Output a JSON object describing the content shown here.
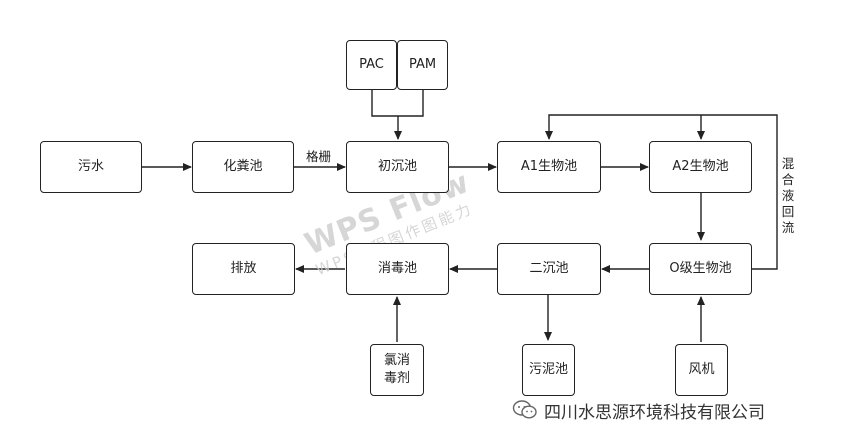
{
  "diagram": {
    "nodes": {
      "wushui": "污水",
      "huafenchi": "化粪池",
      "chuchenchi": "初沉池",
      "a1": "A1生物池",
      "a2": "A2生物池",
      "o": "O级生物池",
      "erchenchi": "二沉池",
      "xiaoduchi": "消毒池",
      "paifang": "排放",
      "pac": "PAC",
      "pam": "PAM",
      "lvxiaoduji": "氯消毒剂",
      "wunichi": "污泥池",
      "fengji": "风机"
    },
    "edge_labels": {
      "gezha": "格栅",
      "recirculation": "混合液回流"
    }
  },
  "watermark": {
    "main": "WPS Flow",
    "sub": "WPS流程图作图能力"
  },
  "footer": {
    "account": "四川水思源环境科技有限公司",
    "icon": "wechat-icon"
  }
}
